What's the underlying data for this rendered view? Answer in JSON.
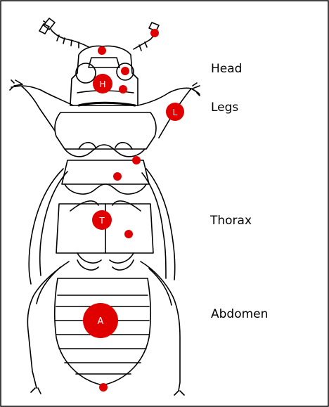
{
  "labels": {
    "head": "Head",
    "legs": "Legs",
    "thorax": "Thorax",
    "abdomen": "Abdomen"
  },
  "markers": {
    "head": "H",
    "legs": "L",
    "thorax": "T",
    "abdomen": "A"
  },
  "colors": {
    "marker": "#e00000",
    "outline": "#000000",
    "frame": "#000000",
    "background": "#ffffff"
  }
}
